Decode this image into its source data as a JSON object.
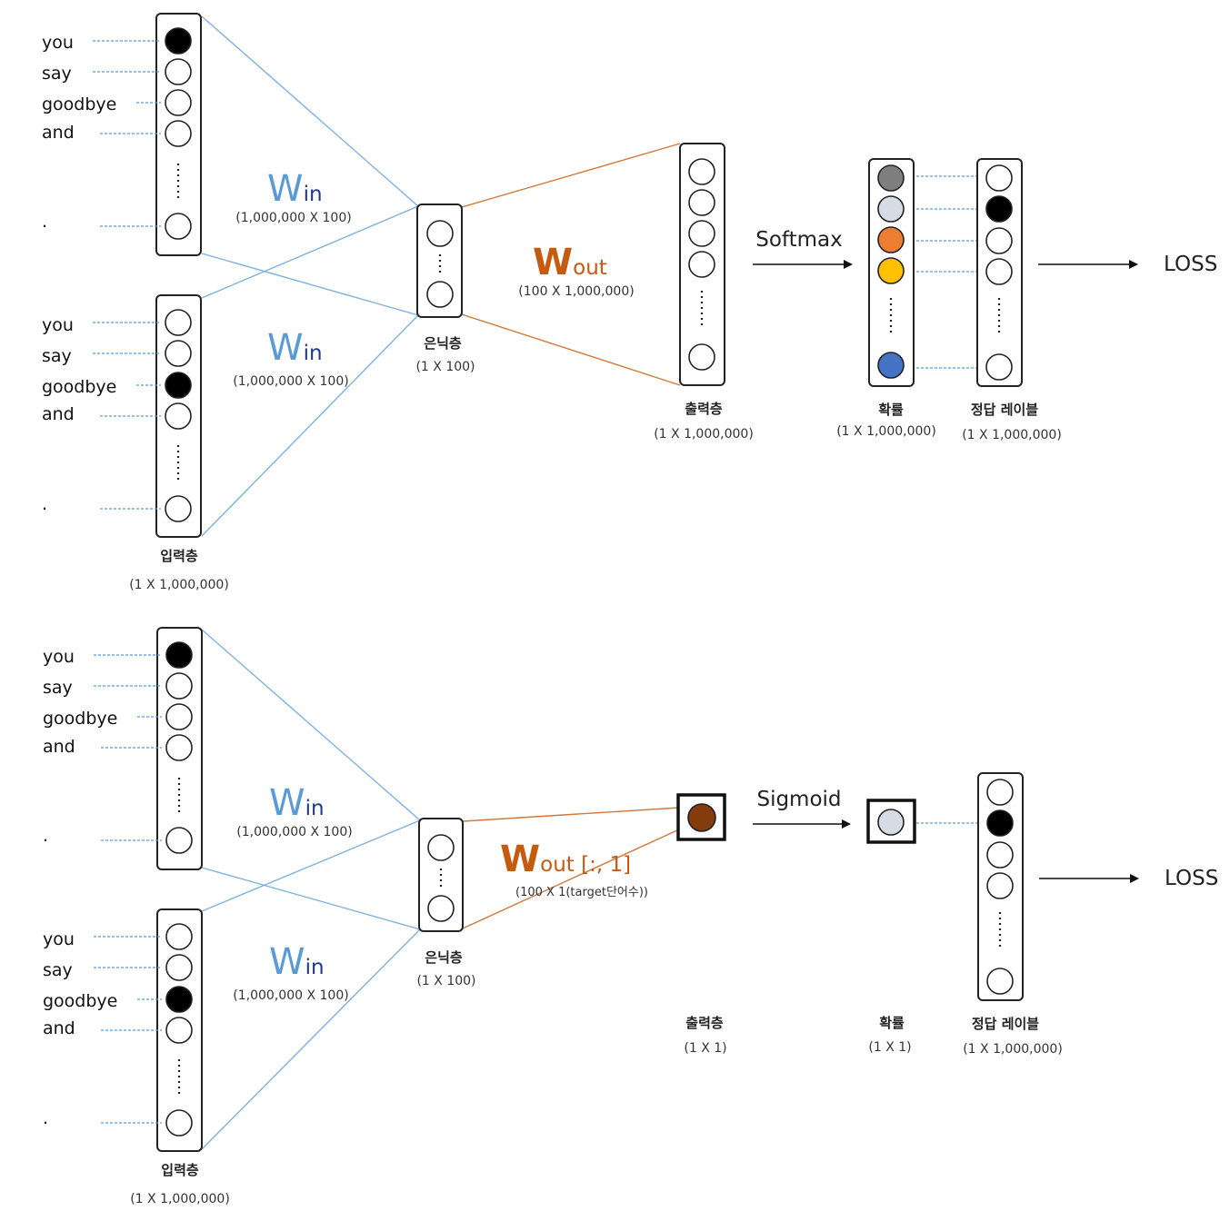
{
  "colors": {
    "hot": "#000000",
    "cold": "#ffffff",
    "prob_gray": "#7f7f7f",
    "prob_light": "#d6dce5",
    "prob_orange": "#ed7d31",
    "prob_yellow": "#ffc000",
    "prob_blue": "#4472c4",
    "out_brown": "#843c0c",
    "win_blue": "#5b9bd5",
    "wout_orange": "#c55a11"
  },
  "input_words": [
    "you",
    "say",
    "goodbye",
    "and",
    "."
  ],
  "top": {
    "input_layer": {
      "label": "입력층",
      "dim": "(1 X 1,000,000)"
    },
    "win_upper": {
      "big": "W",
      "sub": "in",
      "dim": "(1,000,000 X 100)"
    },
    "win_lower": {
      "big": "W",
      "sub": "in",
      "dim": "(1,000,000 X 100)"
    },
    "hidden_layer": {
      "label": "은닉층",
      "dim": "(1 X 100)"
    },
    "wout": {
      "big": "W",
      "sub": "out",
      "dim": "(100 X 1,000,000)"
    },
    "output_layer": {
      "label": "출력층",
      "dim": "(1 X 1,000,000)"
    },
    "activation": "Softmax",
    "prob_layer": {
      "label": "확률",
      "dim": "(1 X 1,000,000)"
    },
    "answer_layer": {
      "label": "정답 레이블",
      "dim": "(1 X 1,000,000)"
    },
    "loss": "LOSS"
  },
  "bottom": {
    "input_layer": {
      "label": "입력층",
      "dim": "(1 X 1,000,000)"
    },
    "win_upper": {
      "big": "W",
      "sub": "in",
      "dim": "(1,000,000 X 100)"
    },
    "win_lower": {
      "big": "W",
      "sub": "in",
      "dim": "(1,000,000 X 100)"
    },
    "hidden_layer": {
      "label": "은닉층",
      "dim": "(1 X 100)"
    },
    "wout": {
      "big": "W",
      "sub": "out [:, 1]",
      "dim": "(100 X 1(target단어수))"
    },
    "output_layer": {
      "label": "출력층",
      "dim": "(1 X 1)"
    },
    "activation": "Sigmoid",
    "prob_layer": {
      "label": "확률",
      "dim": "(1 X 1)"
    },
    "answer_layer": {
      "label": "정답 레이블",
      "dim": "(1 X 1,000,000)"
    },
    "loss": "LOSS"
  }
}
